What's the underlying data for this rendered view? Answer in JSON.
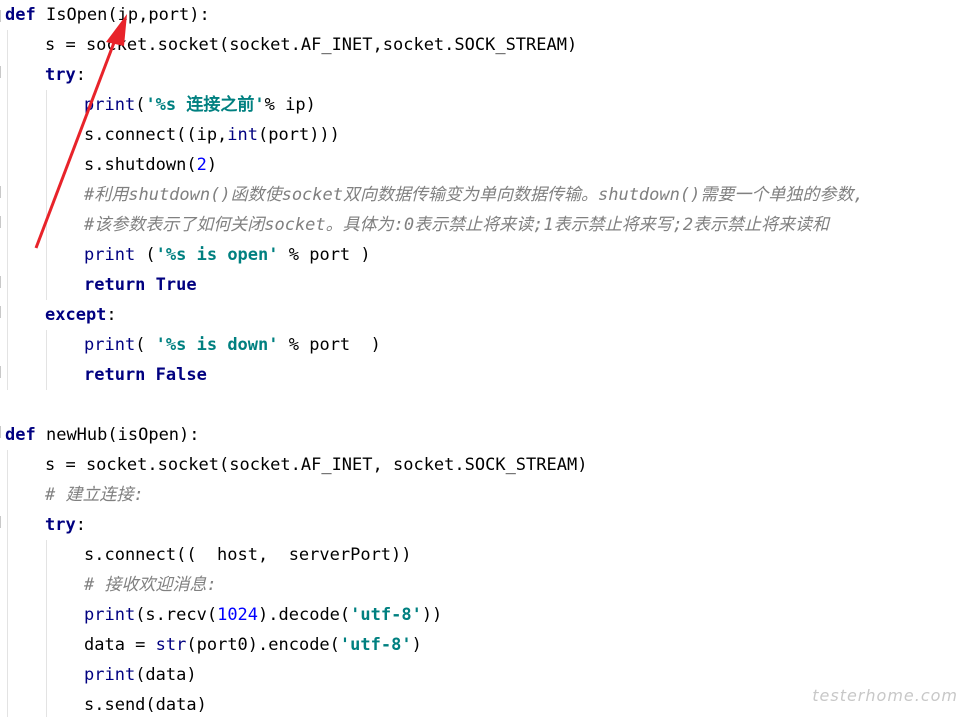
{
  "code": {
    "func1_def": "def",
    "func1_name": "IsOpen",
    "func1_params": "(ip,port):",
    "l2": "s = socket.socket(socket.AF_INET,socket.SOCK_STREAM)",
    "try_kw": "try",
    "colon": ":",
    "print_kw": "print",
    "l4_str": "'%s 连接之前'",
    "l4_rest": "% ip)",
    "l5": "s.connect((ip,",
    "l5_int": "int",
    "l5_rest": "(port)))",
    "l6": "s.shutdown(",
    "l6_num": "2",
    "l6_close": ")",
    "comment1": "#利用shutdown()函数使socket双向数据传输变为单向数据传输。shutdown()需要一个单独的参数,",
    "comment2": "#该参数表示了如何关闭socket。具体为:0表示禁止将来读;1表示禁止将来写;2表示禁止将来读和",
    "l9_str": "'%s is open'",
    "l9_rest": "% port )",
    "return_kw": "return",
    "true_kw": "True",
    "except_kw": "except",
    "l12_str": "'%s is down'",
    "l12_rest": "% port  )",
    "false_kw": "False",
    "func2_name": "newHub",
    "func2_params": "(isOpen):",
    "l15": "s = socket.socket(socket.AF_INET, socket.SOCK_STREAM)",
    "comment3": "# 建立连接:",
    "l18": "s.connect((  host,  serverPort))",
    "comment4": "# 接收欢迎消息:",
    "l20_a": "(s.recv(",
    "l20_num": "1024",
    "l20_b": ").decode(",
    "l20_str": "'utf-8'",
    "l20_c": "))",
    "l21_a": "data = ",
    "l21_str_fn": "str",
    "l21_b": "(port0).encode(",
    "l21_str": "'utf-8'",
    "l21_c": ")",
    "l22": "(data)",
    "l23": "s.send(data)"
  },
  "watermark": "testerhome.com",
  "colors": {
    "keyword": "#000080",
    "string": "#008080",
    "number": "#0000ff",
    "comment": "#808080",
    "arrow": "#e8232a"
  },
  "icons": [
    "red-arrow-annotation"
  ]
}
